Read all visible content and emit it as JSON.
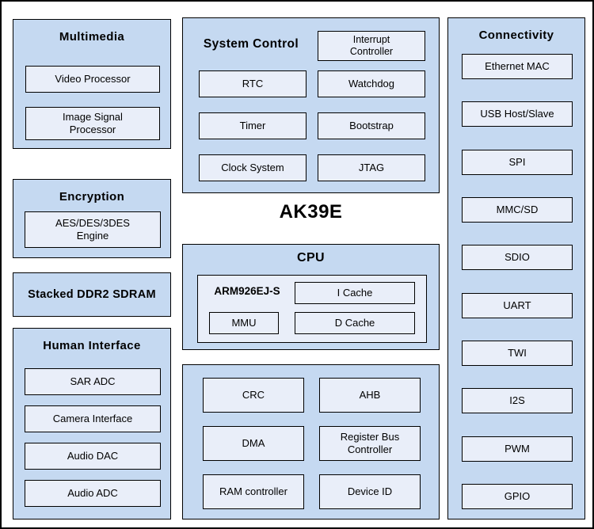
{
  "chip_title": "AK39E",
  "multimedia": {
    "title": "Multimedia",
    "items": [
      "Video Processor",
      "Image Signal Processor"
    ]
  },
  "encryption": {
    "title": "Encryption",
    "items": [
      "AES/DES/3DES Engine"
    ]
  },
  "sdram": {
    "title": "Stacked DDR2 SDRAM"
  },
  "human_interface": {
    "title": "Human Interface",
    "items": [
      "SAR ADC",
      "Camera Interface",
      "Audio DAC",
      "Audio ADC"
    ]
  },
  "system_control": {
    "title": "System Control",
    "items": [
      "Interrupt Controller",
      "RTC",
      "Watchdog",
      "Timer",
      "Bootstrap",
      "Clock System",
      "JTAG"
    ]
  },
  "cpu": {
    "title": "CPU",
    "core_label": "ARM926EJ-S",
    "items": [
      "MMU",
      "I Cache",
      "D Cache"
    ]
  },
  "bus_matrix": {
    "items": [
      "CRC",
      "AHB",
      "DMA",
      "Register Bus Controller",
      "RAM controller",
      "Device ID"
    ]
  },
  "connectivity": {
    "title": "Connectivity",
    "items": [
      "Ethernet MAC",
      "USB Host/Slave",
      "SPI",
      "MMC/SD",
      "SDIO",
      "UART",
      "TWI",
      "I2S",
      "PWM",
      "GPIO"
    ]
  },
  "colors": {
    "block_bg": "#c5d9f1",
    "box_bg": "#e9eef9",
    "border": "#000000",
    "page_bg": "#ffffff"
  }
}
